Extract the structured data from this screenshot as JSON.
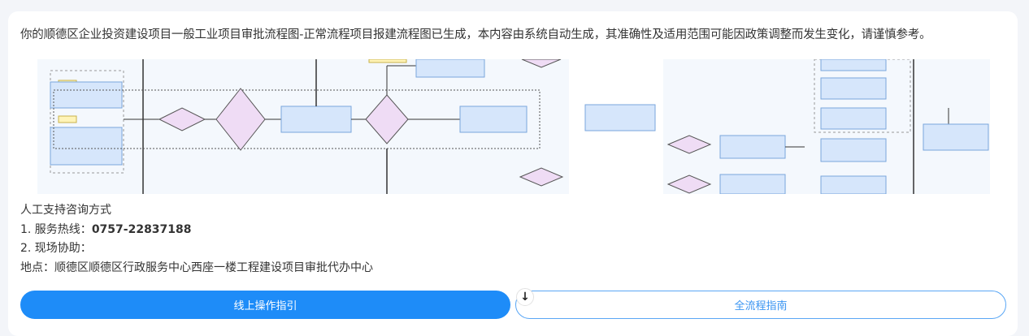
{
  "message": {
    "intro": "你的顺德区企业投资建设项目一般工业项目审批流程图-正常流程项目报建流程图已生成，本内容由系统自动生成，其准确性及适用范围可能因政策调整而发生变化，请谨慎参考。",
    "flowchart_image": "flowchart-image"
  },
  "support": {
    "heading": "人工支持咨询方式",
    "hotline_label": "1. 服务热线：",
    "hotline_number": "0757-22837188",
    "onsite_label": "2. 现场协助：",
    "address": "地点：顺德区顺德区行政服务中心西座一楼工程建设项目审批代办中心"
  },
  "buttons": {
    "online_guide": "线上操作指引",
    "full_guide": "全流程指南",
    "download_icon": "arrow-down-icon"
  },
  "colors": {
    "primary": "#1e8cf8",
    "flow_box": "#d6e6fb",
    "flow_diamond": "#efdcf5"
  }
}
